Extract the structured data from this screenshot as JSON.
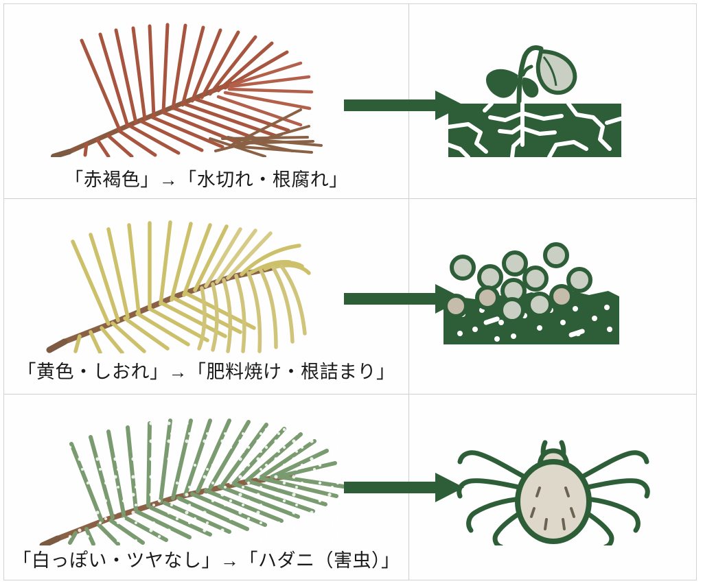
{
  "figure": {
    "type": "comparison-table",
    "columns": 2,
    "rows": 3,
    "border_color": "#d2d2d2",
    "divider_color": "#cfcfcf",
    "background": "#ffffff"
  },
  "palette": {
    "arrow_green": "#2d5e38",
    "icon_green": "#2d5e38",
    "icon_light_fill": "#c9cfc2",
    "mite_body": "#ded8cb",
    "frond_red": "#a7553f",
    "frond_red_dark": "#8c452f",
    "frond_yellow": "#ccc06a",
    "frond_yellow_light": "#ddd391",
    "frond_green": "#7a9a70",
    "frond_green_dark": "#5d7f57",
    "stem_brown": "#7c5a42",
    "text": "#1a1a1a"
  },
  "rows": [
    {
      "id": "row-red-brown",
      "symptom_image": {
        "name": "reddish-brown-frond",
        "description": "赤褐色に変色したヤシの葉と落ちた葉片",
        "leaf_color": "#a7553f",
        "stem_color": "#7c5a42",
        "has_detached_fragment": true
      },
      "arrow": {
        "name": "right-arrow",
        "color": "#2d5e38"
      },
      "cause_icon": {
        "name": "wilting-plant-dry-soil-icon",
        "description": "乾燥してひび割れた土壌としおれた植物",
        "color": "#2d5e38"
      },
      "caption": "「赤褐色」→「水切れ・根腐れ」",
      "symptom_label": "赤褐色",
      "cause_label": "水切れ・根腐れ"
    },
    {
      "id": "row-yellow",
      "symptom_image": {
        "name": "yellow-wilted-frond",
        "description": "黄色くしおれたヤシの葉",
        "leaf_color": "#ccc06a",
        "stem_color": "#7c5a42",
        "has_detached_fragment": false
      },
      "arrow": {
        "name": "right-arrow",
        "color": "#2d5e38"
      },
      "cause_icon": {
        "name": "fertilizer-granules-soil-icon",
        "description": "土壌に降り注ぐ肥料の粒",
        "color": "#2d5e38"
      },
      "caption": "「黄色・しおれ」→「肥料焼け・根詰まり」",
      "symptom_label": "黄色・しおれ",
      "cause_label": "肥料焼け・根詰まり"
    },
    {
      "id": "row-whitish",
      "symptom_image": {
        "name": "whitish-speckled-frond",
        "description": "白っぽくツヤのない斑点のあるヤシの葉",
        "leaf_color": "#7a9a70",
        "stem_color": "#7c5a42",
        "has_detached_fragment": false
      },
      "arrow": {
        "name": "right-arrow",
        "color": "#2d5e38"
      },
      "cause_icon": {
        "name": "spider-mite-icon",
        "description": "ハダニ（害虫）",
        "color": "#2d5e38",
        "body_color": "#ded8cb"
      },
      "caption": "「白っぽい・ツヤなし」→「ハダニ（害虫）」",
      "symptom_label": "白っぽい・ツヤなし",
      "cause_label": "ハダニ（害虫）"
    }
  ]
}
